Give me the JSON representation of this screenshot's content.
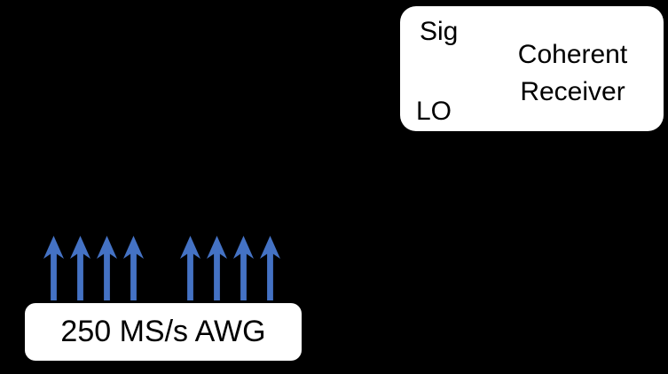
{
  "canvas": {
    "background_color": "#000000"
  },
  "receiver_box": {
    "sig_label": "Sig",
    "lo_label": "LO",
    "title_line1": "Coherent",
    "title_line2": "Receiver",
    "fill_color": "#ffffff",
    "text_color": "#000000"
  },
  "awg_box": {
    "label": "250 MS/s AWG",
    "fill_color": "#ffffff",
    "text_color": "#000000"
  },
  "arrows": {
    "color": "#4472c4",
    "direction": "up",
    "groups": [
      {
        "count": 4
      },
      {
        "count": 4
      }
    ]
  }
}
